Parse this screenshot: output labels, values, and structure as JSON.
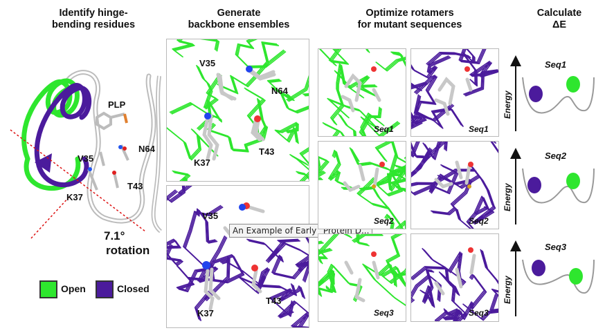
{
  "headers": {
    "col1": "Identify hinge-\nbending residues",
    "col2": "Generate\nbackbone ensembles",
    "col3": "Optimize rotamers\nfor mutant sequences",
    "col4": "Calculate\nΔE"
  },
  "left_panel": {
    "residues": {
      "plp": "PLP",
      "n64": "N64",
      "v35": "V35",
      "k37": "K37",
      "t43": "T43"
    },
    "rotation_value": "7.1°",
    "rotation_word": "rotation"
  },
  "legend": {
    "open": "Open",
    "closed": "Closed"
  },
  "ensemble_labels": {
    "top": {
      "v35": "V35",
      "n64": "N64",
      "k37": "K37",
      "t43": "T43"
    },
    "bottom": {
      "v35": "V35",
      "k37": "K37",
      "t43": "T43"
    }
  },
  "tooltip": "An Example of Early “Protein D...",
  "rotamer_panels": {
    "open": [
      "Seq1",
      "Seq2",
      "Seq3"
    ],
    "closed": [
      "Seq1",
      "Seq2",
      "Seq3"
    ]
  },
  "energy": {
    "axis_label": "Energy",
    "wells": [
      "Seq1",
      "Seq2",
      "Seq3"
    ]
  },
  "colors": {
    "open": "#2ee62e",
    "closed": "#4b1b9c",
    "residue": "#c8c8c8"
  }
}
